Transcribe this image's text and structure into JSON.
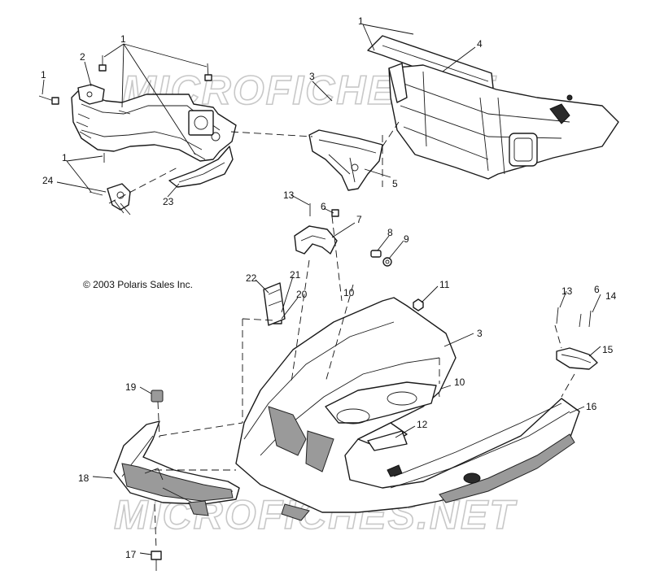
{
  "copyright": "© 2003 Polaris Sales Inc.",
  "watermarks": [
    "MICROFICHE.NET",
    "MICROFICHES.NET"
  ],
  "callouts": [
    "1",
    "2",
    "1",
    "1",
    "24",
    "23",
    "3",
    "1",
    "4",
    "5",
    "13",
    "6",
    "7",
    "8",
    "9",
    "22",
    "21",
    "20",
    "10",
    "11",
    "3",
    "10",
    "12",
    "13",
    "6",
    "14",
    "15",
    "16",
    "19",
    "18",
    "17"
  ]
}
